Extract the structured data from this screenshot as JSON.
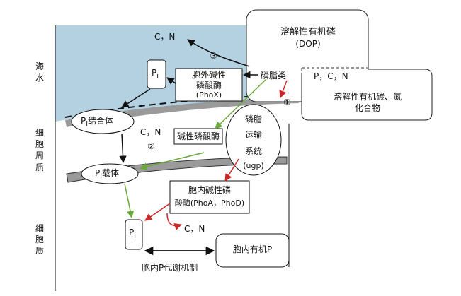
{
  "zone_labels": {
    "seawater": [
      "海",
      "水"
    ],
    "periplasm": [
      "细",
      "胞",
      "周",
      "质"
    ],
    "cytoplasm": [
      "细",
      "胞",
      "质"
    ]
  },
  "dop_box": {
    "title": "溶解性有机磷",
    "subtitle": "(DOP)",
    "phospholipid": "磷脂类",
    "pcn": "P，C，N"
  },
  "docn_box": {
    "line1": "溶解性有机碳、氮",
    "line2": "化合物"
  },
  "labels": {
    "cn_top": "C，N",
    "cn_mid": "C，N",
    "cn_bottom": "C，N",
    "pi_top": "P",
    "pi_top_sub": "i",
    "phox_line1": "胞外碱性",
    "phox_line2": "磷酸酶",
    "phox_line3": "(PhoX)",
    "pi_binding": "结合体",
    "pi_binding_prefix": "P",
    "pi_binding_sub": "i",
    "alkaline_phosphatase": "碱性磷酸酶",
    "transport_1": "磷脂",
    "transport_2": "运输",
    "transport_3": "系统",
    "transport_4": "(ugp)",
    "pi_carrier": "载体",
    "pi_carrier_prefix": "P",
    "pi_carrier_sub": "i",
    "pho_line1": "胞内碱性磷",
    "pho_line2": "酸酶(PhoA，PhoD)",
    "pi_bottom": "P",
    "pi_bottom_sub": "i",
    "intracellular_p": "胞内有机P",
    "metabolism": "胞内P代谢机制",
    "step1": "①",
    "step2": "②",
    "step3": "③"
  },
  "colors": {
    "seawater": "#b3d1e0",
    "membrane": "#8a8a8a",
    "red_arrow": "#cc2a2a",
    "green_arrow": "#6aa83c",
    "black_arrow": "#111111"
  }
}
